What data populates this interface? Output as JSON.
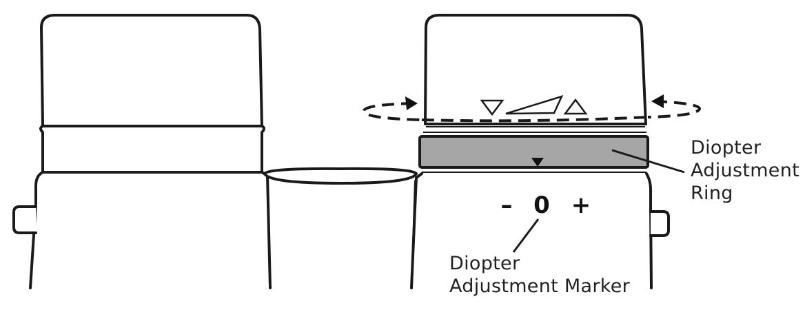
{
  "labels": {
    "ring": [
      "Diopter",
      "Adjustment",
      "Ring"
    ],
    "marker": [
      "Diopter",
      "Adjustment Marker"
    ]
  },
  "scale": {
    "minus": "–",
    "zero": "0",
    "plus": "+"
  },
  "colors": {
    "outline": "#1a1a1a",
    "ring_fill": "#a6a6a6",
    "background": "#ffffff"
  }
}
